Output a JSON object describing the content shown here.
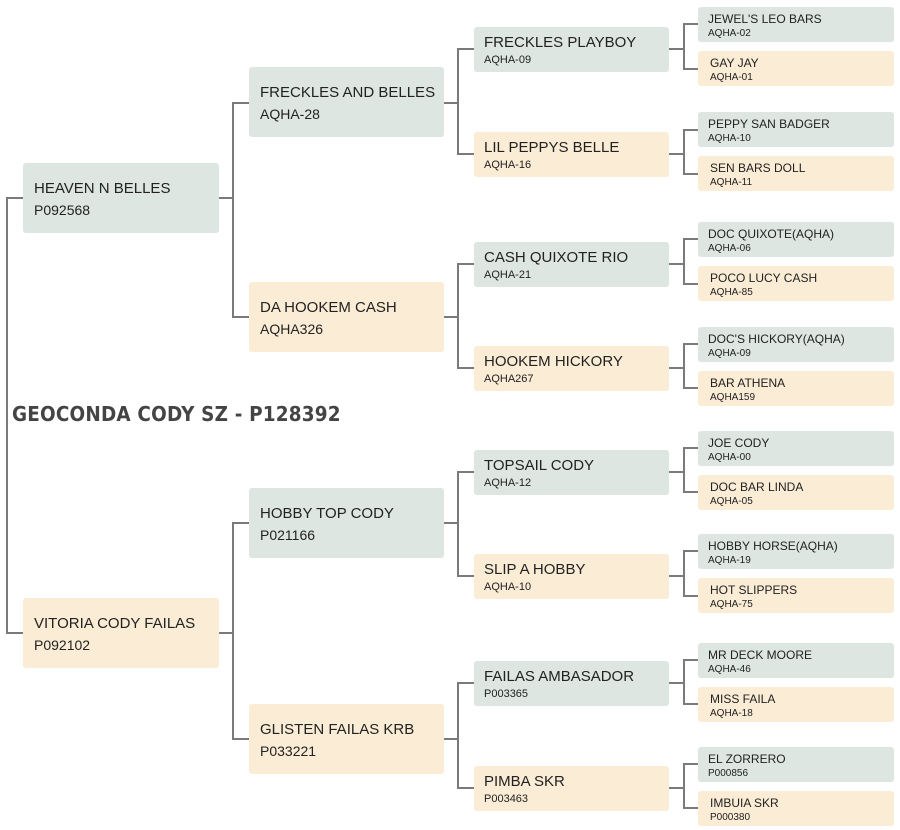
{
  "subject": "GEOCONDA CODY SZ - P128392",
  "parents": {
    "sire": {
      "name": "HEAVEN N BELLES",
      "reg": "P092568"
    },
    "dam": {
      "name": "VITORIA CODY FAILAS",
      "reg": "P092102"
    }
  },
  "grandparents": [
    {
      "name": "FRECKLES AND BELLES",
      "reg": "AQHA-28"
    },
    {
      "name": "DA HOOKEM CASH",
      "reg": "AQHA326"
    },
    {
      "name": "HOBBY TOP CODY",
      "reg": "P021166"
    },
    {
      "name": "GLISTEN FAILAS KRB",
      "reg": "P033221"
    }
  ],
  "great_grandparents": [
    {
      "name": "FRECKLES PLAYBOY",
      "reg": "AQHA-09"
    },
    {
      "name": "LIL PEPPYS BELLE",
      "reg": "AQHA-16"
    },
    {
      "name": "CASH QUIXOTE RIO",
      "reg": "AQHA-21"
    },
    {
      "name": "HOOKEM HICKORY",
      "reg": "AQHA267"
    },
    {
      "name": "TOPSAIL CODY",
      "reg": "AQHA-12"
    },
    {
      "name": "SLIP A HOBBY",
      "reg": "AQHA-10"
    },
    {
      "name": "FAILAS AMBASADOR",
      "reg": "P003365"
    },
    {
      "name": "PIMBA SKR",
      "reg": "P003463"
    }
  ],
  "great_great_grandparents": [
    {
      "name": "JEWEL'S LEO BARS",
      "reg": "AQHA-02"
    },
    {
      "name": "GAY JAY",
      "reg": "AQHA-01"
    },
    {
      "name": "PEPPY SAN BADGER",
      "reg": "AQHA-10"
    },
    {
      "name": "SEN BARS DOLL",
      "reg": "AQHA-11"
    },
    {
      "name": "DOC QUIXOTE(AQHA)",
      "reg": "AQHA-06"
    },
    {
      "name": "POCO LUCY CASH",
      "reg": "AQHA-85"
    },
    {
      "name": "DOC'S HICKORY(AQHA)",
      "reg": "AQHA-09"
    },
    {
      "name": "BAR ATHENA",
      "reg": "AQHA159"
    },
    {
      "name": "JOE CODY",
      "reg": "AQHA-00"
    },
    {
      "name": "DOC BAR LINDA",
      "reg": "AQHA-05"
    },
    {
      "name": "HOBBY HORSE(AQHA)",
      "reg": "AQHA-19"
    },
    {
      "name": "HOT SLIPPERS",
      "reg": "AQHA-75"
    },
    {
      "name": "MR DECK MOORE",
      "reg": "AQHA-46"
    },
    {
      "name": "MISS FAILA",
      "reg": "AQHA-18"
    },
    {
      "name": "EL ZORRERO",
      "reg": "P000856"
    },
    {
      "name": "IMBUIA SKR",
      "reg": "P000380"
    }
  ],
  "colors": {
    "sire": "#dde6e0",
    "dam": "#fbecd5",
    "connector": "#7a7a7a"
  }
}
